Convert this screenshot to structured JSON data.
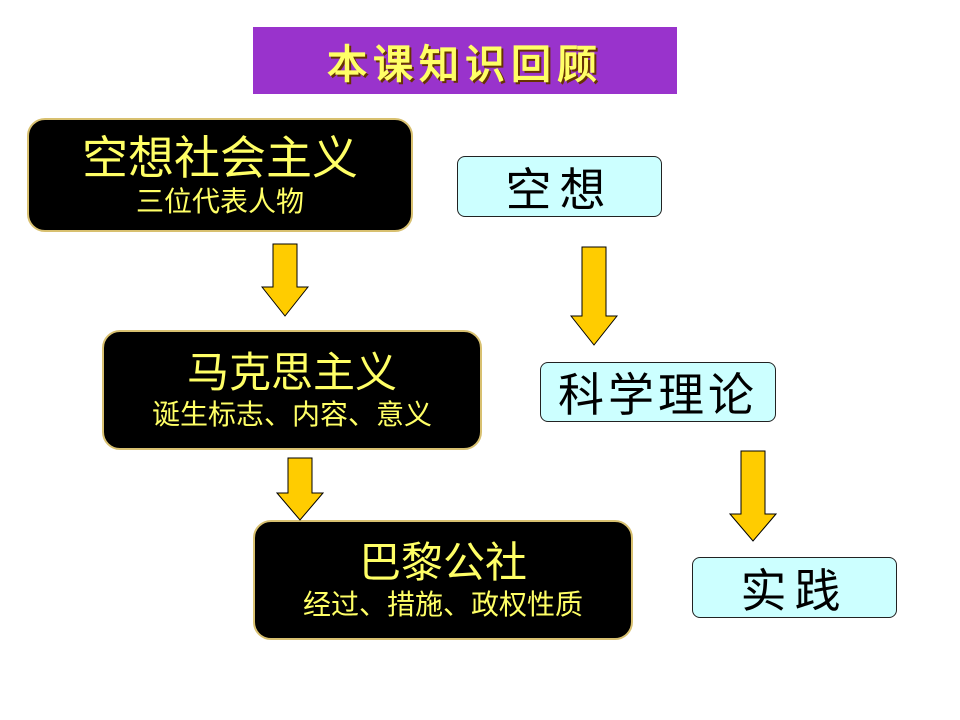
{
  "title": "本课知识回顾",
  "left_flow": [
    {
      "main": "空想社会主义",
      "sub": "三位代表人物"
    },
    {
      "main": "马克思主义",
      "sub": "诞生标志、内容、意义"
    },
    {
      "main": "巴黎公社",
      "sub": "经过、措施、政权性质"
    }
  ],
  "right_flow": [
    "空想",
    "科学理论",
    "实践"
  ],
  "colors": {
    "title_bg": "#9933cc",
    "title_text": "#ffff66",
    "box_bg": "#000000",
    "box_text": "#ffff66",
    "cyan_bg": "#ccffff",
    "arrow_fill": "#ffcc00"
  }
}
